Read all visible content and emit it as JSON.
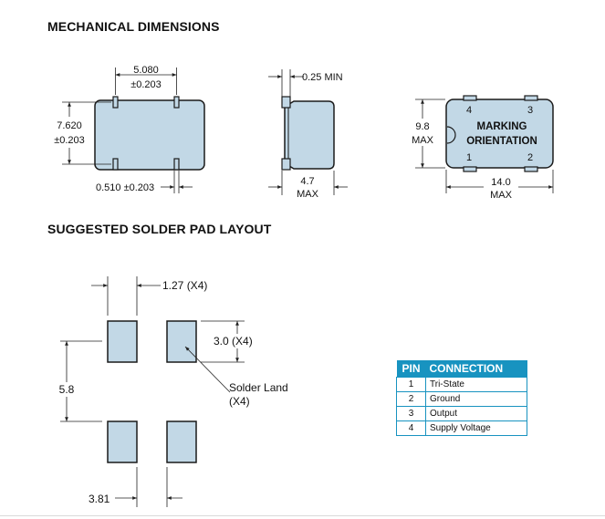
{
  "headings": {
    "mechanical": "MECHANICAL DIMENSIONS",
    "solder": "SUGGESTED SOLDER PAD LAYOUT"
  },
  "mechanical": {
    "top_width": "5.080",
    "top_width_tol": "±0.203",
    "top_height": "7.620",
    "top_height_tol": "±0.203",
    "pad_width": "0.510 ±0.203",
    "side_min": "0.25 MIN",
    "side_height": "4.7",
    "side_height_suffix": "MAX",
    "end_height": "9.8",
    "end_height_suffix": "MAX",
    "end_width": "14.0",
    "end_width_suffix": "MAX",
    "marking_line1": "MARKING",
    "marking_line2": "ORIENTATION",
    "pins": [
      "4",
      "3",
      "1",
      "2"
    ]
  },
  "solder_layout": {
    "pad_width": "1.27 (X4)",
    "pad_height": "3.0 (X4)",
    "vertical_pitch": "5.8",
    "horizontal_pitch": "3.81",
    "solder_land": "Solder Land",
    "solder_land_count": "(X4)"
  },
  "pin_table": {
    "header_pin": "PIN",
    "header_connection": "CONNECTION",
    "rows": [
      {
        "pin": "1",
        "connection": "Tri-State"
      },
      {
        "pin": "2",
        "connection": "Ground"
      },
      {
        "pin": "3",
        "connection": "Output"
      },
      {
        "pin": "4",
        "connection": "Supply Voltage"
      }
    ]
  },
  "colors": {
    "body_fill": "#c2d8e6",
    "outline": "#1a1a1a",
    "table_header": "#1893c0"
  }
}
